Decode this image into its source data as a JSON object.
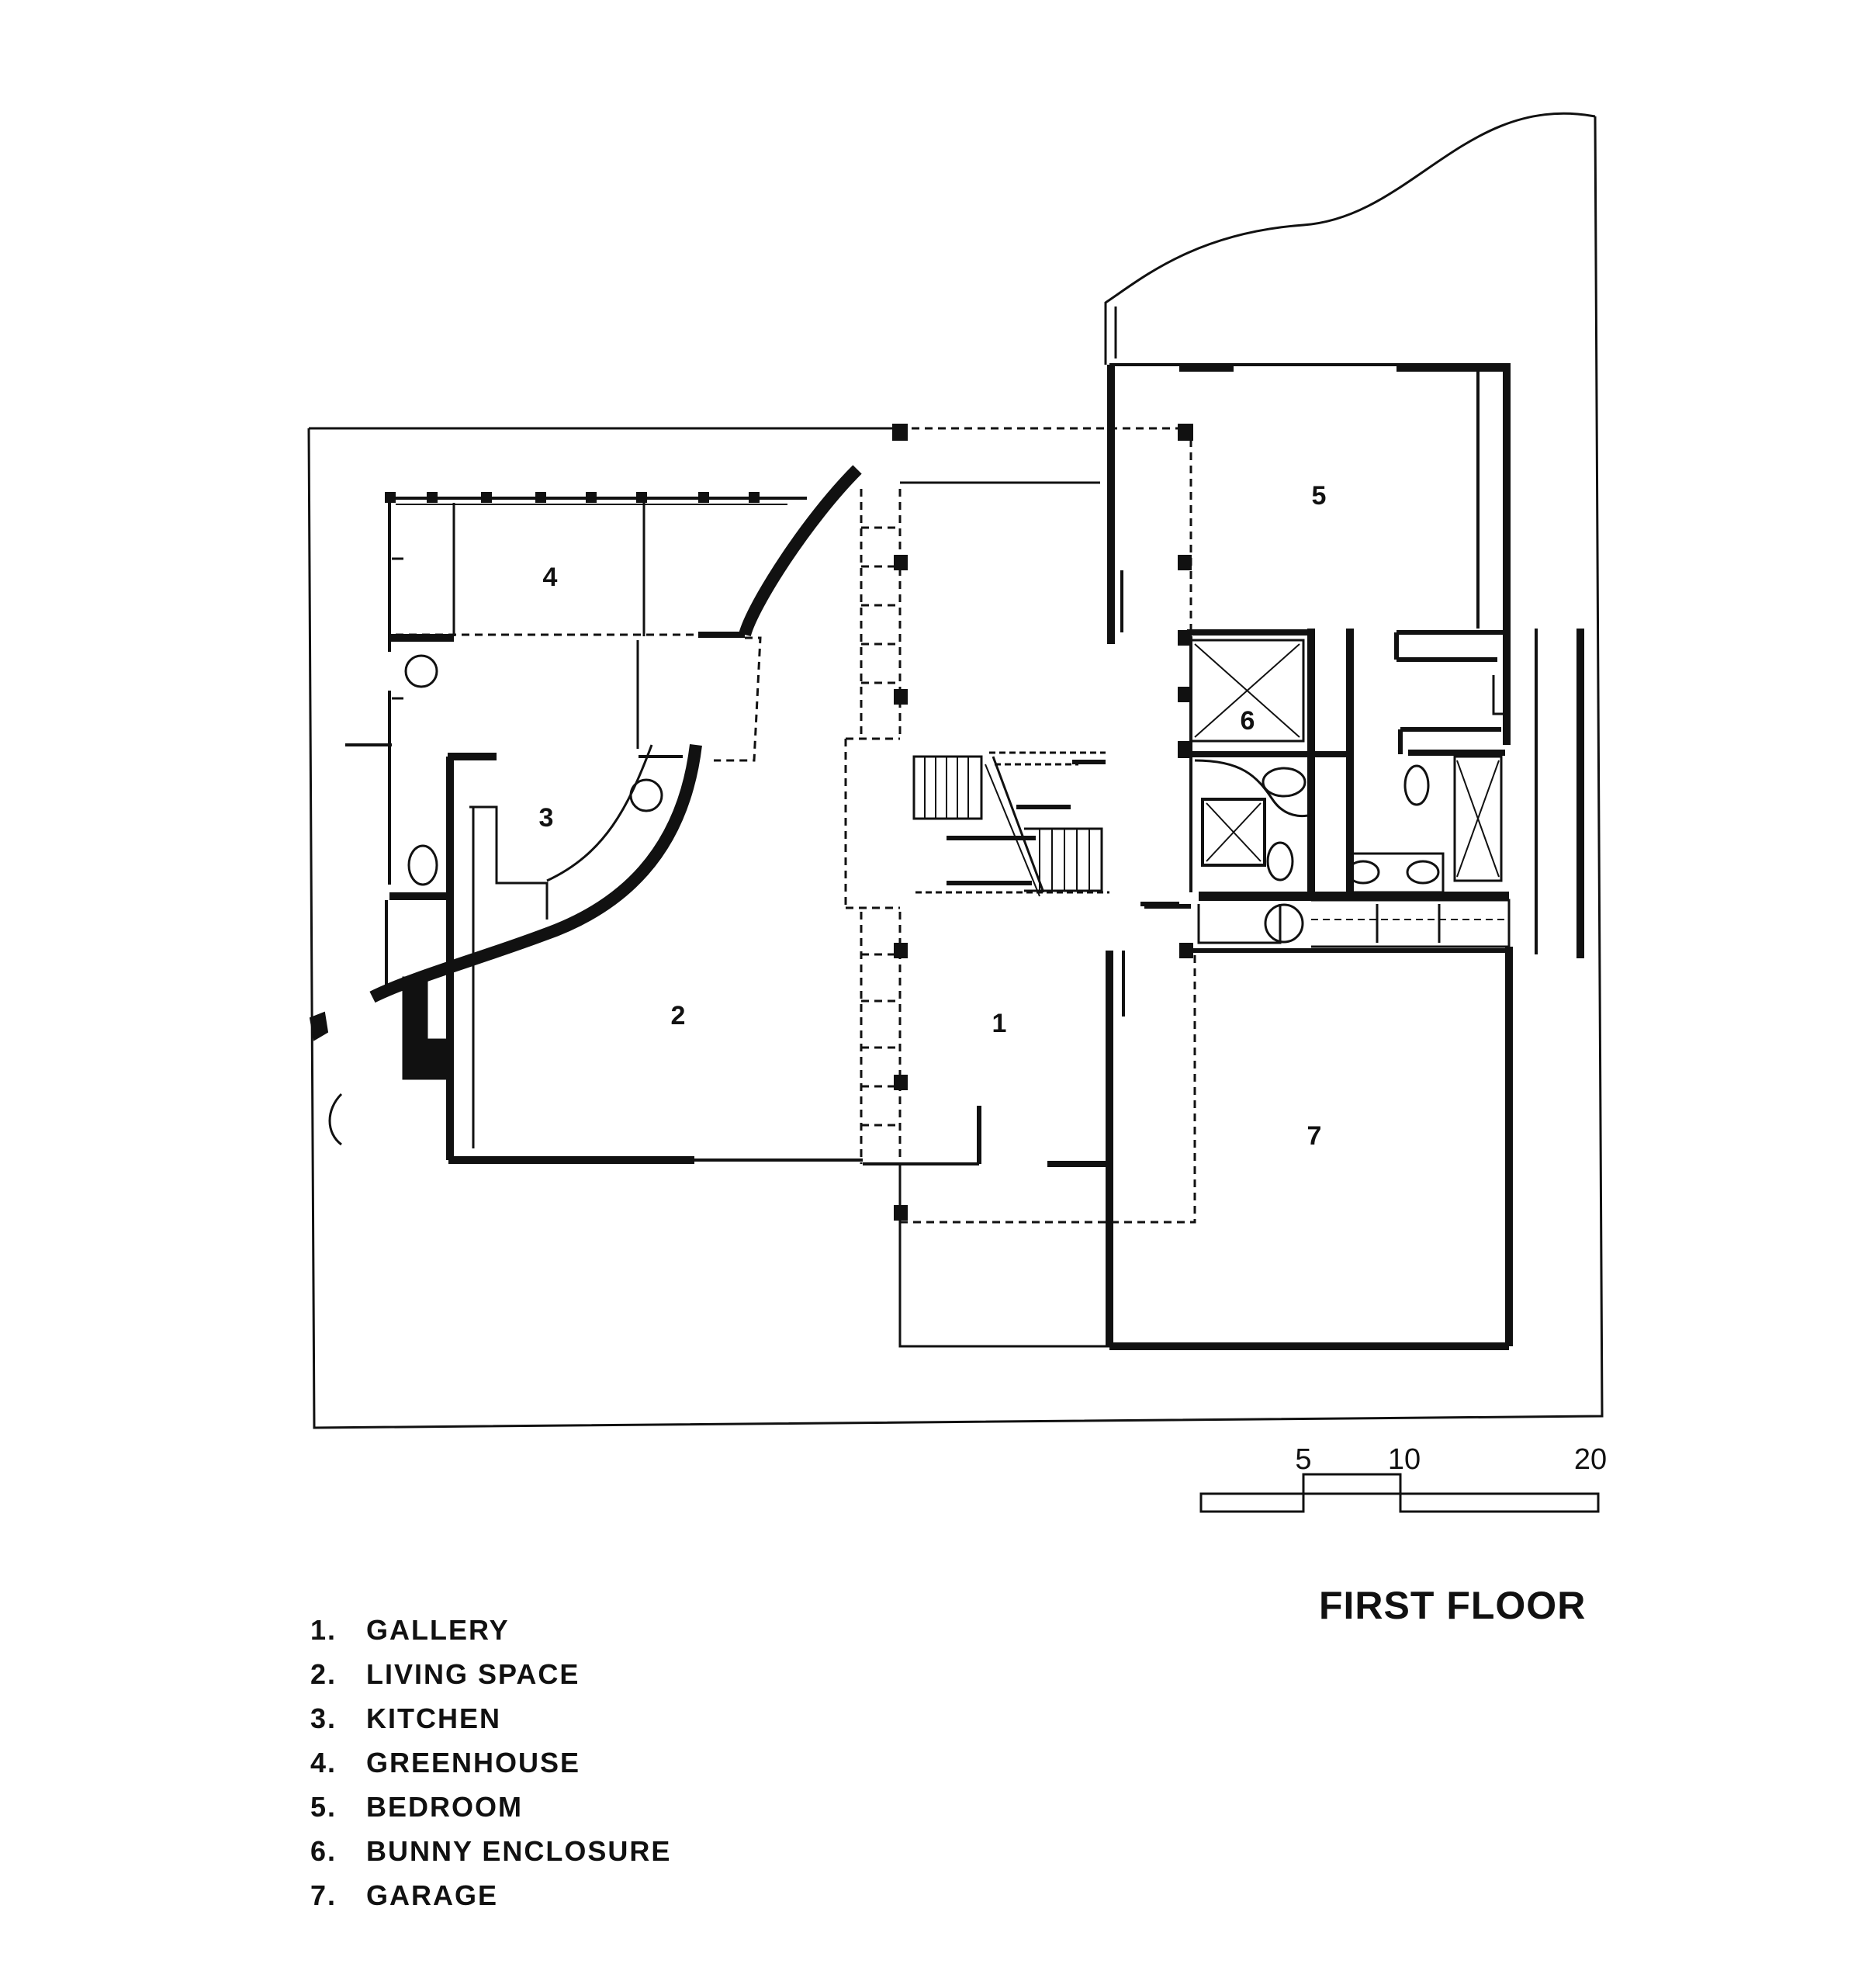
{
  "drawing": {
    "title": "FIRST FLOOR",
    "room_numbers": [
      "1",
      "2",
      "3",
      "4",
      "5",
      "6",
      "7"
    ],
    "legend": [
      {
        "number": "1.",
        "name": "GALLERY"
      },
      {
        "number": "2.",
        "name": "LIVING SPACE"
      },
      {
        "number": "3.",
        "name": "KITCHEN"
      },
      {
        "number": "4.",
        "name": "GREENHOUSE"
      },
      {
        "number": "5.",
        "name": "BEDROOM"
      },
      {
        "number": "6.",
        "name": "BUNNY ENCLOSURE"
      },
      {
        "number": "7.",
        "name": "GARAGE"
      }
    ],
    "scale_bar": {
      "labels": [
        "5",
        "10",
        "20"
      ]
    }
  },
  "colors": {
    "ink": "#111111",
    "paper": "#ffffff"
  }
}
